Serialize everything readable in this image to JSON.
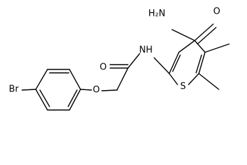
{
  "molecule": {
    "atom_labels": {
      "amide_n": "H₂N",
      "amide_o": "O",
      "nh": "NH",
      "carbonyl_o": "O",
      "sulfur": "S",
      "ether_o": "O",
      "bromine": "Br"
    }
  }
}
